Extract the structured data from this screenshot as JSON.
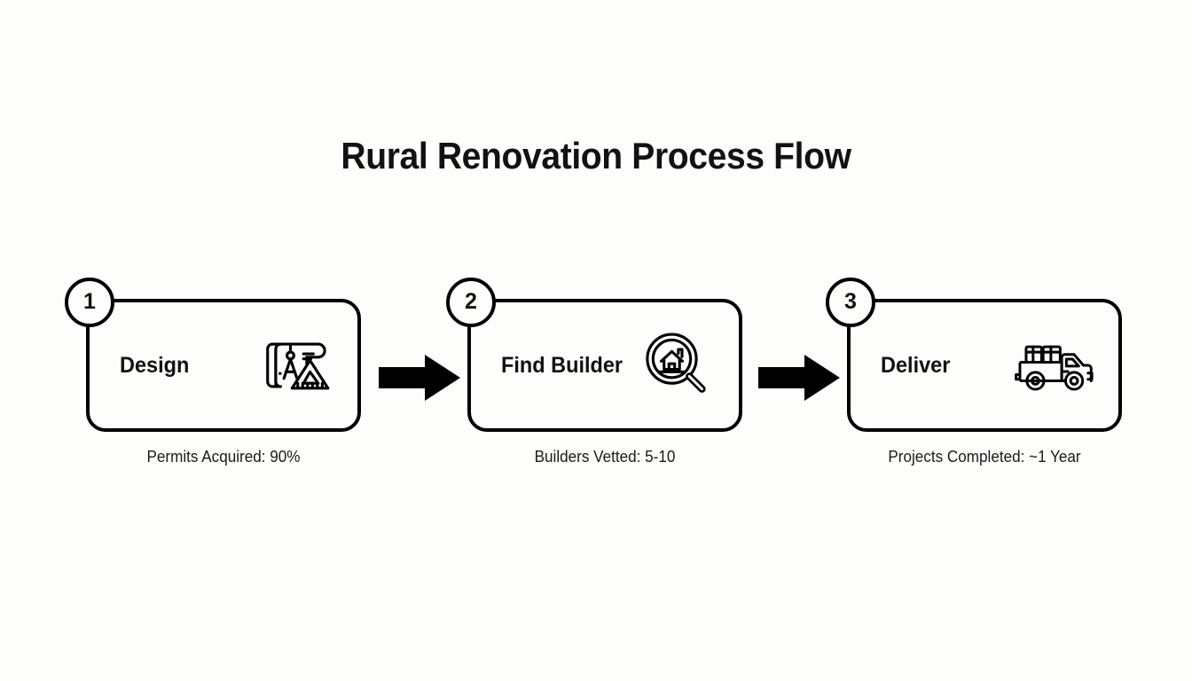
{
  "page": {
    "title": "Rural Renovation Process Flow",
    "background_color": "#fdfdfc",
    "ink_color": "#111111"
  },
  "diagram": {
    "type": "process-flow",
    "orientation": "horizontal",
    "step_count": 3,
    "connector": "solid-black-arrow",
    "steps": [
      {
        "number": "1",
        "label": "Design",
        "icon": "blueprint-scroll-compass-icon",
        "caption": "Permits Acquired: 90%"
      },
      {
        "number": "2",
        "label": "Find Builder",
        "icon": "magnifier-house-icon",
        "caption": "Builders Vetted: 5-10"
      },
      {
        "number": "3",
        "label": "Deliver",
        "icon": "pickup-truck-cargo-icon",
        "caption": "Projects Completed: ~1 Year"
      }
    ]
  }
}
